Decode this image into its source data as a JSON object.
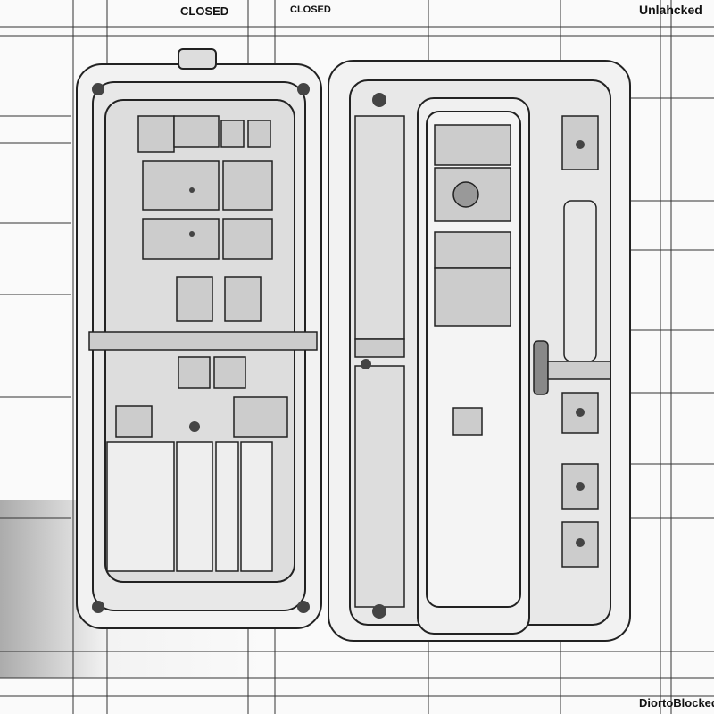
{
  "labels": {
    "top_left": "CLOSED",
    "top_middle": "CLOSED",
    "top_right": "Unlahcked",
    "bottom_right": "DiortoBlocked"
  },
  "colors": {
    "line": "#222222",
    "panel": "#eeeeee",
    "background": "#fafafa"
  }
}
